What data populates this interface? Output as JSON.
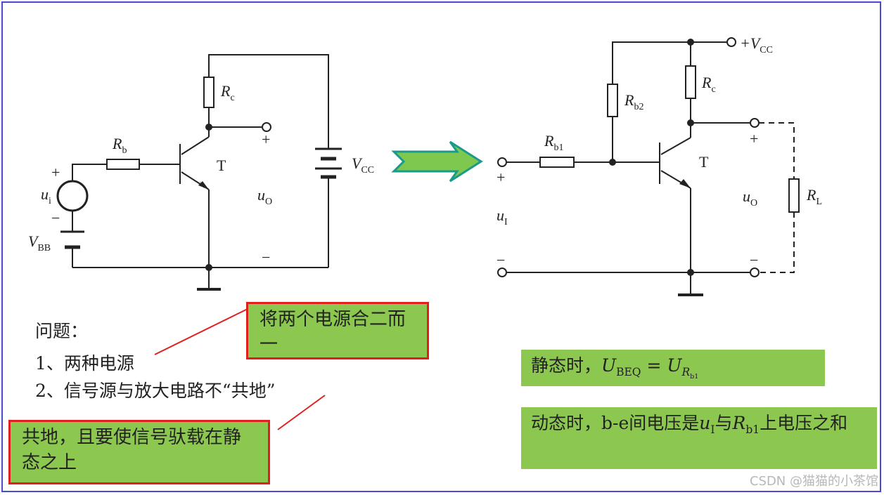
{
  "left_circuit": {
    "rc_label": "R",
    "rc_sub": "c",
    "rb_label": "R",
    "rb_sub": "b",
    "t_label": "T",
    "plus_out": "+",
    "minus_out": "−",
    "uo_label": "u",
    "uo_sub": "O",
    "vcc_label": "V",
    "vcc_sub": "CC",
    "ui_label": "u",
    "ui_sub": "i",
    "plus_in": "+",
    "minus_in": "−",
    "vbb_label": "V",
    "vbb_sub": "BB"
  },
  "right_circuit": {
    "vcc_label": "+V",
    "vcc_sub": "CC",
    "rc_label": "R",
    "rc_sub": "c",
    "rb2_label": "R",
    "rb2_sub": "b2",
    "rb1_label": "R",
    "rb1_sub": "b1",
    "t_label": "T",
    "plus_in": "+",
    "minus_in": "−",
    "ui_label": "u",
    "ui_sub": "I",
    "plus_out": "+",
    "minus_out": "−",
    "uo_label": "u",
    "uo_sub": "O",
    "rl_label": "R",
    "rl_sub": "L"
  },
  "questions": {
    "title": "问题：",
    "item1": "1、两种电源",
    "item2": "2、信号源与放大电路不“共地”"
  },
  "callouts": {
    "merge": "将两个电源合二而一",
    "common_ground": "共地，且要使信号驮载在静态之上"
  },
  "notes": {
    "static_prefix": "静态时，",
    "static_u1": "U",
    "static_u1_sub": "BEQ",
    "static_eq": " = ",
    "static_u2": "U",
    "static_u2_sub": "R",
    "static_u2_subsub": "b1",
    "dynamic_prefix": "动态时，b-e间电压是",
    "dynamic_u": "u",
    "dynamic_u_sub": "I",
    "dynamic_mid": "与",
    "dynamic_r": "R",
    "dynamic_r_sub": "b1",
    "dynamic_suffix": "上电压之和"
  },
  "watermark": "CSDN @猫猫的小茶馆",
  "colors": {
    "accent_green": "#8cc850",
    "callout_border": "#e02020",
    "frame": "#4a4ad0"
  }
}
